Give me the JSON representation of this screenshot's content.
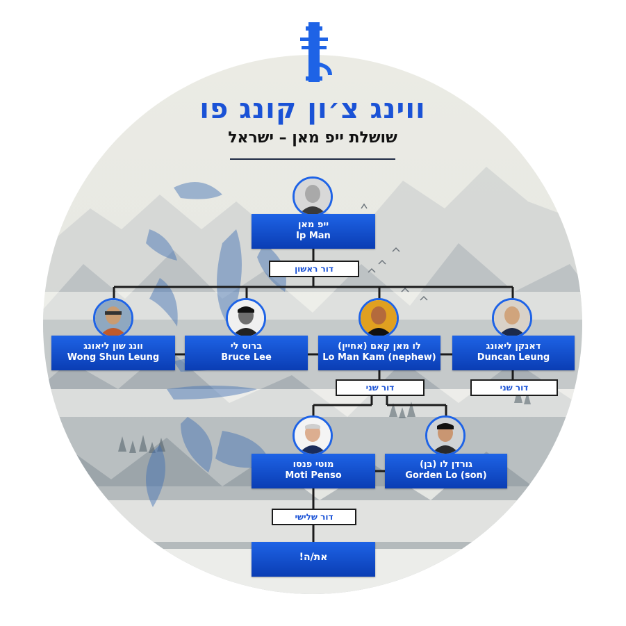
{
  "header": {
    "title": "ווינג צ׳ון קונג פו",
    "subtitle": "שושלת ייפ מאן – ישראל"
  },
  "nodes": {
    "ip_man": {
      "he": "ייפ מאן",
      "en": "Ip Man"
    },
    "wong": {
      "he": "וונג שון ליאונג",
      "en": "Wong Shun Leung"
    },
    "bruce": {
      "he": "ברוס לי",
      "en": "Bruce Lee"
    },
    "lomankam": {
      "he": "לו מאן קאם (אחיין)",
      "en": "Lo Man Kam (nephew)"
    },
    "duncan": {
      "he": "דאנקן ליאונג",
      "en": "Duncan Leung"
    },
    "moti": {
      "he": "מוטי פנסו",
      "en": "Moti Penso"
    },
    "gorden": {
      "he": "גורדן לו (בן)",
      "en": "Gorden Lo (son)"
    },
    "you": {
      "label": "את/ה!"
    }
  },
  "generations": {
    "first": "דור ראשון",
    "second_a": "דור שני",
    "second_b": "דור שני",
    "third": "דור שלישי"
  },
  "colors": {
    "accent": "#1a52d6",
    "node_top": "#1e63e6",
    "node_bottom": "#0a3db4",
    "line": "#1b1b1b"
  }
}
